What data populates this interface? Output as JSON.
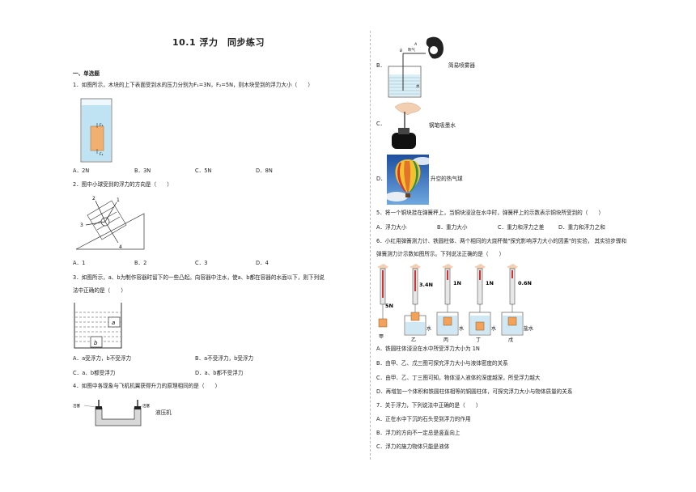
{
  "title": "10.1 浮力　同步练习",
  "section": "一、单选题",
  "q1": {
    "stem": "1．如图所示，木块的上下表面受到水的压力分别为F₁=3N，F₂=5N，则木块受到的浮力大小（　　）",
    "fig_labels": [
      "F₁",
      "F₂"
    ],
    "options": [
      "A．2N",
      "B．3N",
      "C．5N",
      "D．8N"
    ]
  },
  "q2": {
    "stem": "2．图中小球受到的浮力的方向是（　　）",
    "fig_labels": [
      "1",
      "2",
      "3",
      "4"
    ],
    "options": [
      "A．1",
      "B．2",
      "C．3",
      "D．4"
    ]
  },
  "q3": {
    "stem_line1": "3．如图所示，a、b为制作容器时留下的一些凸起。向容器中注水，使a、b都在容器的水面以下，则下列说",
    "stem_line2": "法中正确的是（　　）",
    "fig_labels": [
      "a",
      "b"
    ],
    "options": [
      "A．a受浮力，b不受浮力",
      "B．a不受浮力，b受浮力",
      "C．a、b都受浮力",
      "D．a、b都不受浮力"
    ]
  },
  "q4": {
    "stem": "4．如图中各现象与飞机机翼获得升力的原理相同的是（　　）",
    "a_labels": [
      "活塞",
      "活塞"
    ],
    "a_caption": "液压机",
    "b_labels": [
      "B．",
      "吹气",
      "A",
      "B",
      "水"
    ],
    "b_caption": "简易喷雾器",
    "c_label": "C．",
    "c_caption": "钢笔吸墨水",
    "d_label": "D．",
    "d_caption": "升空的热气球"
  },
  "q5": {
    "stem": "5．将一个铜块挂在弹簧秤上，当铜块浸没在水中时，弹簧秤上的示数表示铜块所受到的（　　）",
    "options": [
      "A．浮力大小",
      "B．重力大小",
      "C．重力和浮力之差",
      "D．重力和浮力之和"
    ]
  },
  "q6": {
    "stem_line1": "6．小红用弹簧测力计、铁圆柱体、两个相同的大烧杯做\"探究影响浮力大小的因素\"的实验，  其实验步骤和",
    "stem_line2": "弹簧测力计示数如图所示。下列说法正确的是（　　）",
    "readings": [
      "5N",
      "3.4N",
      "1N",
      "1N",
      "0.6N"
    ],
    "liquids": [
      "水",
      "水",
      "水",
      "盐水"
    ],
    "captions": [
      "甲",
      "乙",
      "丙",
      "丁",
      "戊"
    ],
    "options": [
      "A．铁圆柱体浸没在水中所受浮力大小为 1N",
      "B．由甲、乙、戊三图可探究浮力大小与液体密度的关系",
      "C．由甲、乙、丁三图可知，物体浸入液体的深度越深，所受浮力越大",
      "D．再增加一个体积和铁圆柱体相等的铜圆柱体，可探究浮力大小与物体质量的关系"
    ]
  },
  "q7": {
    "stem": "7．关于浮力，下列说法中正确的是（　　）",
    "options": [
      "A．正在水中下沉的石头受到浮力的作用",
      "B．浮力的方向不一定总是竖直向上",
      "C．浮力的施力物体只能是液体"
    ]
  }
}
